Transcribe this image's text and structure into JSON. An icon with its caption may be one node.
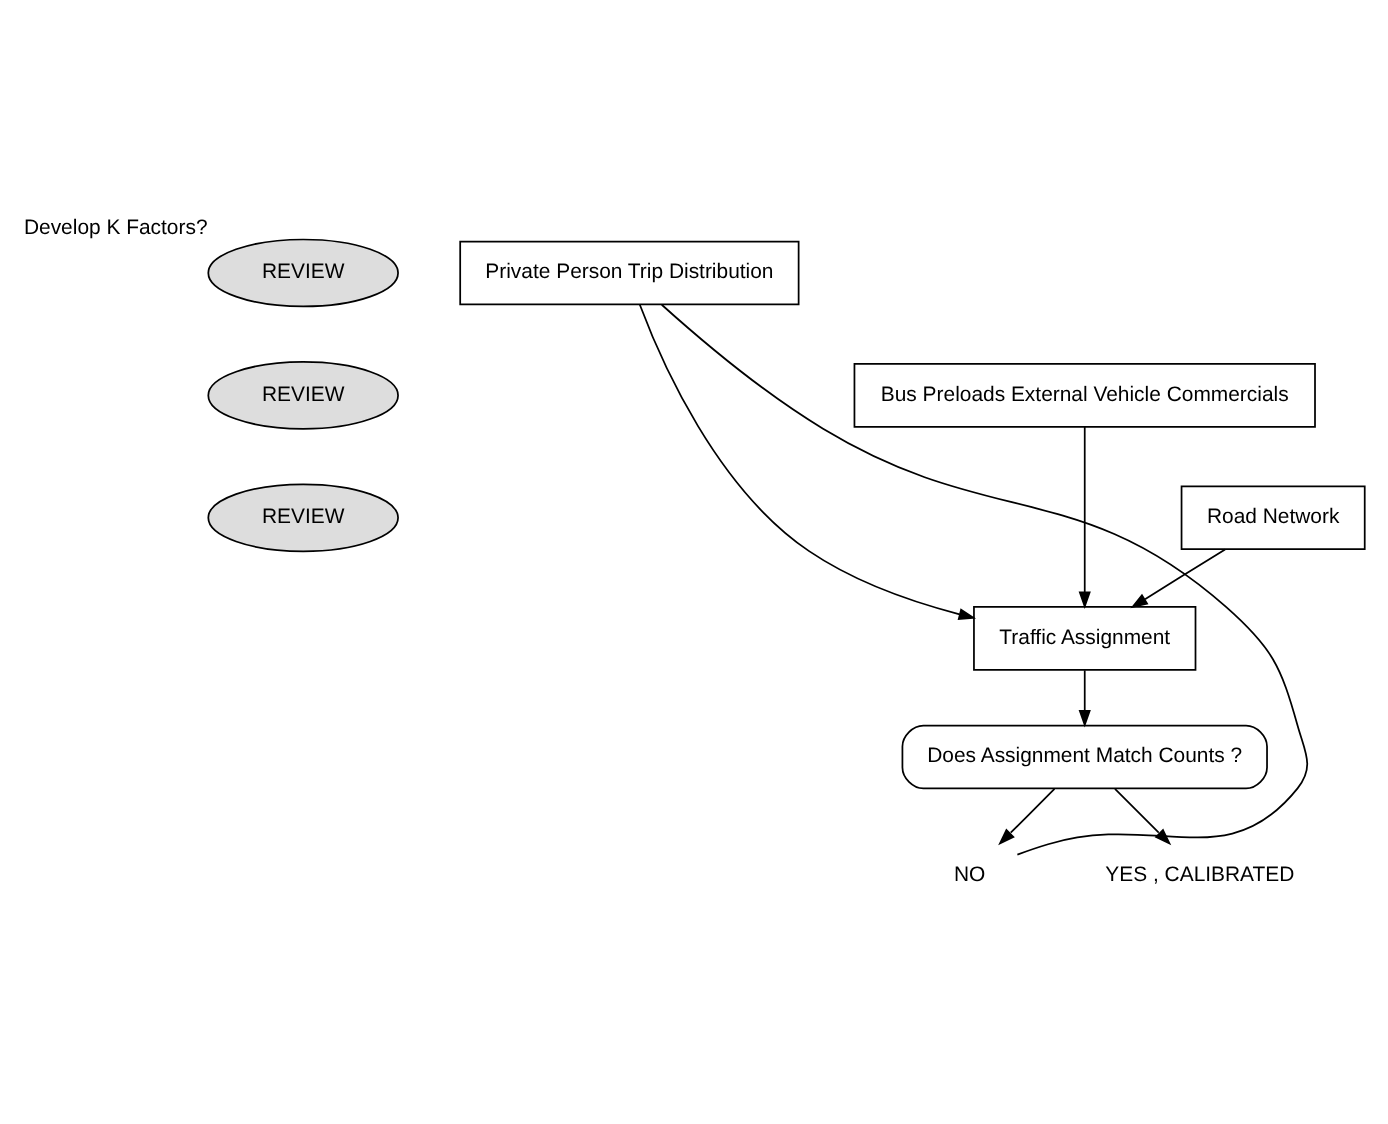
{
  "diagram": {
    "nodes": [
      {
        "text": [
          "REVIEW"
        ],
        "beside": [
          "Develop K Factors?"
        ]
      },
      {
        "text": [
          "Private Person Trip Distribution"
        ]
      },
      {
        "text": [
          "REVIEW"
        ]
      },
      {
        "text": [
          "Bus Preloads External Vehicle Commercials"
        ]
      },
      {
        "text": [
          "REVIEW"
        ]
      },
      {
        "text": [
          "Road Network"
        ]
      },
      {
        "text": [
          "Traffic Assignment"
        ]
      },
      {
        "text": [
          "Does Assignment Match Counts ?"
        ]
      },
      {
        "text": [
          "NO"
        ]
      },
      {
        "text": [
          "YES , CALIBRATED"
        ]
      }
    ],
    "edges": [
      {
        "from": 1,
        "to": 6,
        "arrow": "to"
      },
      {
        "from": 3,
        "to": 6,
        "arrow": "to"
      },
      {
        "from": 5,
        "to": 6,
        "arrow": "to"
      },
      {
        "from": 6,
        "to": 7,
        "arrow": "to"
      },
      {
        "from": 7,
        "to": 8,
        "arrow": "to"
      },
      {
        "from": 7,
        "to": 9,
        "arrow": "to"
      },
      {
        "from": 8,
        "to": 1,
        "arrow": "none"
      }
    ]
  }
}
